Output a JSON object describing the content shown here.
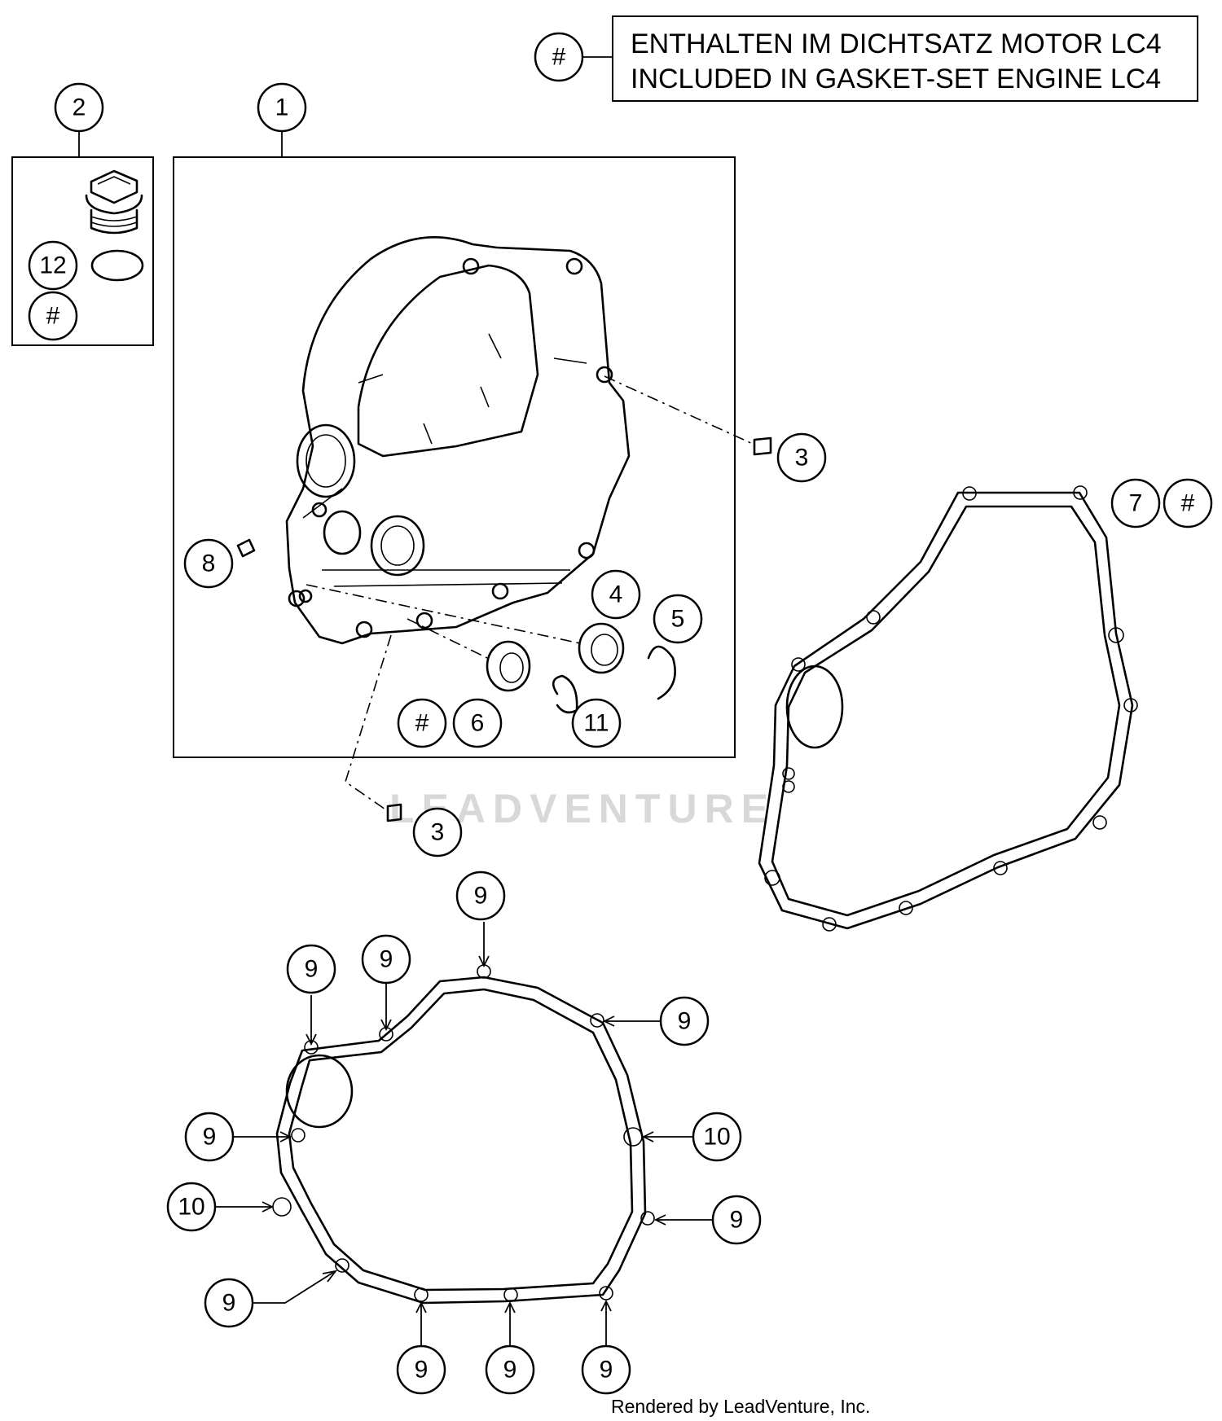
{
  "legend": {
    "symbol": "#",
    "line1": "ENTHALTEN IM DICHTSATZ MOTOR LC4",
    "line2": "INCLUDED IN GASKET-SET ENGINE LC4"
  },
  "callouts": {
    "c1": "1",
    "c2": "2",
    "c3": "3",
    "c4": "4",
    "c5": "5",
    "c6": "6",
    "c7": "7",
    "c8": "8",
    "c9": "9",
    "c10": "10",
    "c11": "11",
    "c12": "12",
    "hash": "#"
  },
  "watermark": "LEADVENTURE",
  "credit": "Rendered by LeadVenture, Inc.",
  "colors": {
    "ink": "#000000",
    "watermark": "#d8d8d8",
    "background": "#ffffff"
  }
}
